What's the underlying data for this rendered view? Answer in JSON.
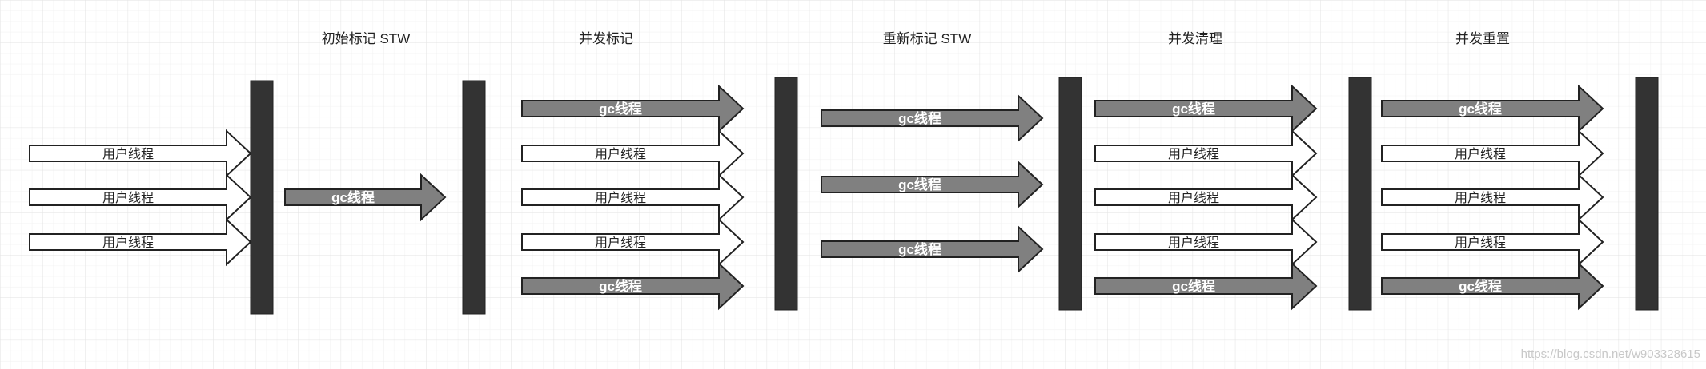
{
  "phases": [
    {
      "title": "初始标记 STW"
    },
    {
      "title": "并发标记"
    },
    {
      "title": "重新标记 STW"
    },
    {
      "title": "并发清理"
    },
    {
      "title": "并发重置"
    }
  ],
  "labels": {
    "user_thread": "用户线程",
    "gc_thread": "gc线程"
  },
  "watermark": "https://blog.csdn.net/w903328615",
  "colors": {
    "grid": "#e6e6e6",
    "barrier": "#333333",
    "user_arrow_fill": "#ffffff",
    "gc_arrow_fill": "#808080",
    "stroke": "#222222"
  }
}
